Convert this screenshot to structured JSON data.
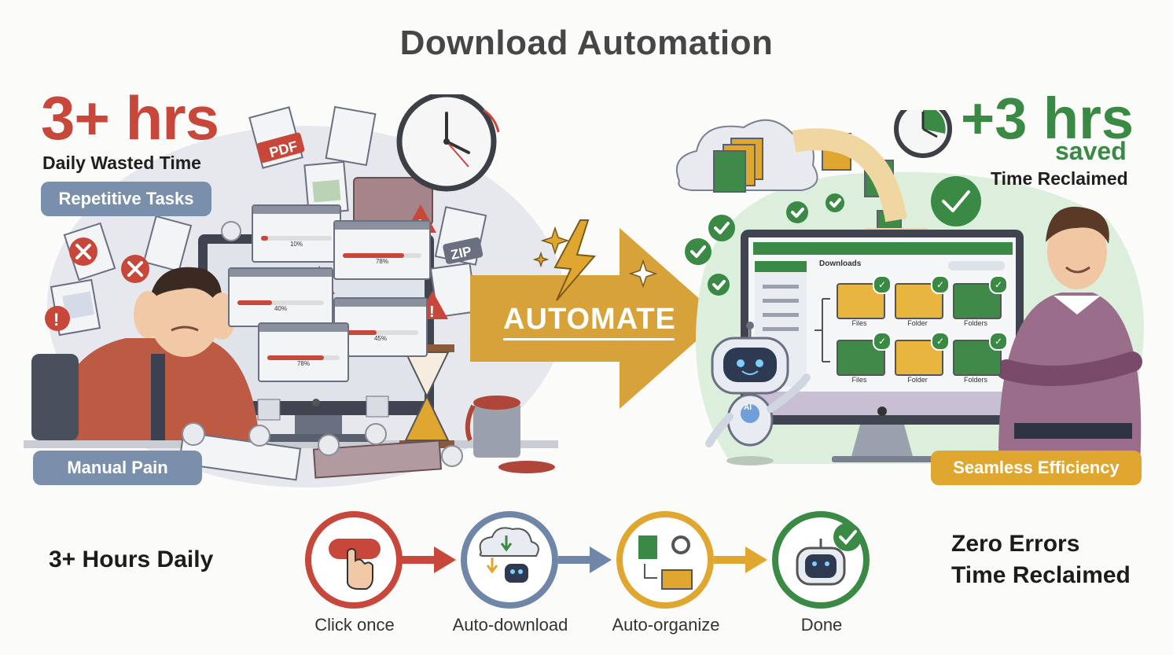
{
  "title": "Download Automation",
  "left": {
    "headline": "3+ hrs",
    "subhead": "Daily Wasted Time",
    "tag_top": "Repetitive Tasks",
    "tag_bottom": "Manual Pain",
    "file_badges": [
      "PDF",
      "ZIP"
    ],
    "progress": [
      {
        "label": "10%",
        "value": 0.1
      },
      {
        "label": "78%",
        "value": 0.78
      },
      {
        "label": "40%",
        "value": 0.4
      },
      {
        "label": "45%",
        "value": 0.45
      },
      {
        "label": "78%",
        "value": 0.78
      }
    ]
  },
  "center": {
    "arrow_label": "AUTOMATE"
  },
  "right": {
    "headline": "+3 hrs",
    "headline_sub": "saved",
    "subhead": "Time Reclaimed",
    "tag_bottom": "Seamless Efficiency",
    "screen": {
      "heading": "Downloads",
      "robot_badge": "AI",
      "folders": [
        {
          "label": "Files",
          "color": "#e8b53f"
        },
        {
          "label": "Folder",
          "color": "#e8b53f"
        },
        {
          "label": "Folders",
          "color": "#3f8a48"
        },
        {
          "label": "Files",
          "color": "#3f8a48"
        },
        {
          "label": "Folder",
          "color": "#e8b53f"
        },
        {
          "label": "Folders",
          "color": "#3f8a48"
        }
      ]
    }
  },
  "bottom": {
    "left_text": "3+ Hours Daily",
    "right_line1": "Zero Errors",
    "right_line2": "Time Reclaimed",
    "steps": [
      {
        "label": "Click once",
        "color": "#c8473b",
        "icon": "click-icon"
      },
      {
        "label": "Auto-download",
        "color": "#6f86a8",
        "icon": "cloud-download-icon"
      },
      {
        "label": "Auto-organize",
        "color": "#e0a730",
        "icon": "organize-icon"
      },
      {
        "label": "Done",
        "color": "#3a8a46",
        "icon": "robot-done-icon"
      }
    ]
  },
  "colors": {
    "red": "#c8473b",
    "green": "#3a8a46",
    "gold": "#e0a730",
    "slate": "#7a8fac"
  }
}
